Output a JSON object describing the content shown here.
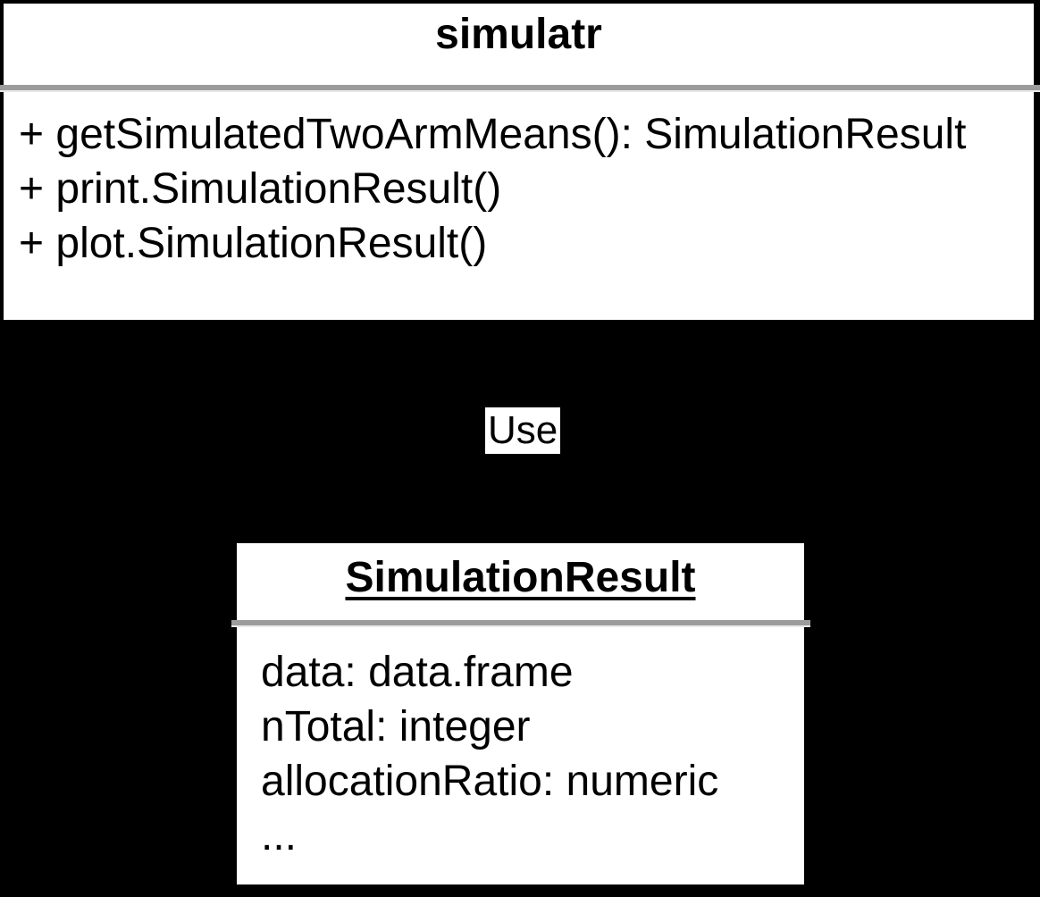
{
  "diagram": {
    "use_label": "Use",
    "top_class": {
      "name": "simulatr",
      "methods": [
        "+ getSimulatedTwoArmMeans(): SimulationResult",
        "+ print.SimulationResult()",
        "+ plot.SimulationResult()"
      ]
    },
    "bottom_class": {
      "name": "SimulationResult",
      "attributes": [
        "data: data.frame",
        "nTotal: integer",
        "allocationRatio: numeric",
        "..."
      ]
    },
    "colors": {
      "background": "#000000",
      "box_fill": "#ffffff",
      "box_border": "#000000",
      "separator_gray": "#9c9c9c",
      "text": "#000000"
    }
  }
}
